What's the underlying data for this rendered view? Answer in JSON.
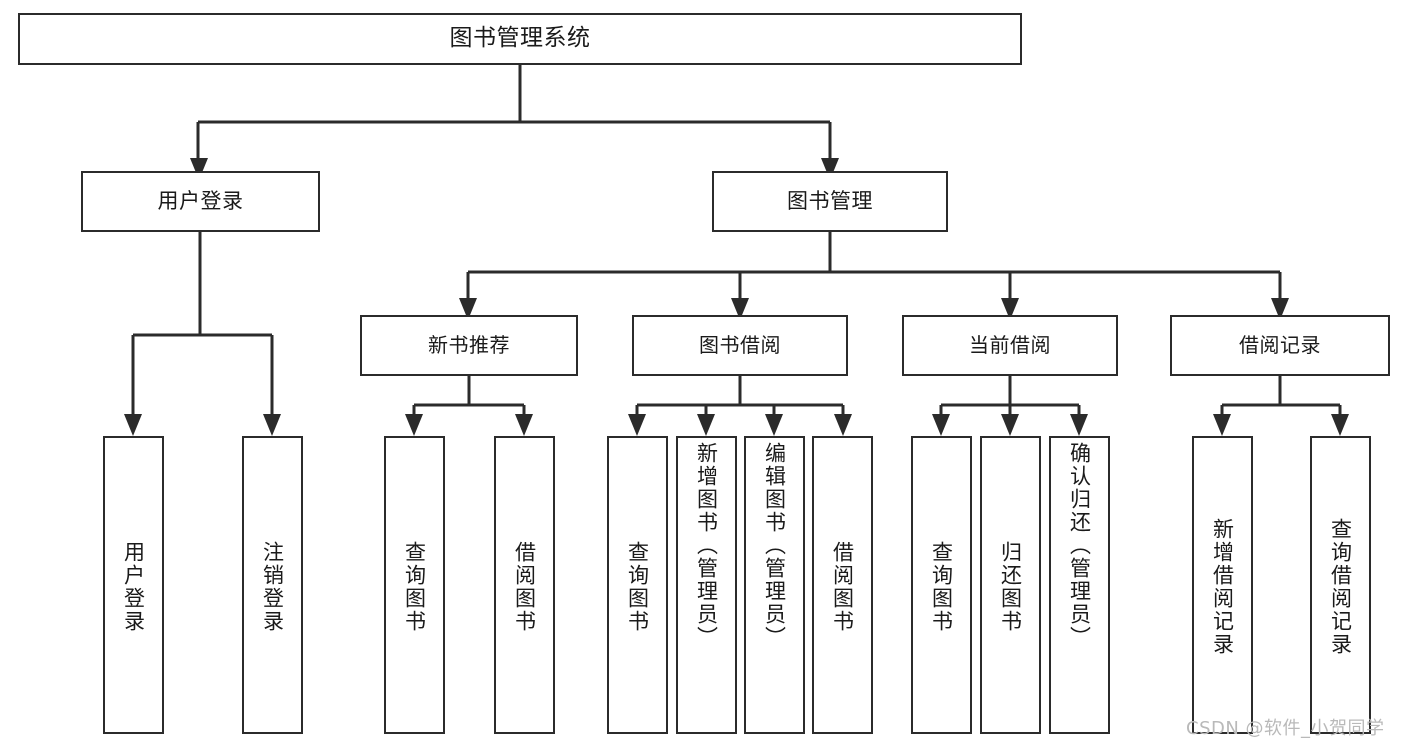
{
  "diagram": {
    "title": "图书管理系统",
    "type": "功能结构图",
    "line_color": "#2b2b2b",
    "box_fill": "#ffffff",
    "text_color": "#1a1a1a"
  },
  "root": {
    "label": "图书管理系统"
  },
  "level2": [
    {
      "label": "用户登录"
    },
    {
      "label": "图书管理"
    }
  ],
  "level3": [
    {
      "label": "新书推荐"
    },
    {
      "label": "图书借阅"
    },
    {
      "label": "当前借阅"
    },
    {
      "label": "借阅记录"
    }
  ],
  "leaves": {
    "user_login": [
      {
        "label": "用户登录"
      },
      {
        "label": "注销登录"
      }
    ],
    "new_book_recommend": [
      {
        "label": "查询图书"
      },
      {
        "label": "借阅图书"
      }
    ],
    "book_borrow": [
      {
        "label": "查询图书"
      },
      {
        "label": "新增图书（管理员）"
      },
      {
        "label": "编辑图书（管理员）"
      },
      {
        "label": "借阅图书"
      }
    ],
    "current_borrow": [
      {
        "label": "查询图书"
      },
      {
        "label": "归还图书"
      },
      {
        "label": "确认归还（管理员）"
      }
    ],
    "borrow_record": [
      {
        "label": "新增借阅记录"
      },
      {
        "label": "查询借阅记录"
      }
    ]
  },
  "watermark": {
    "text": "CSDN @软件_小贺同学"
  }
}
